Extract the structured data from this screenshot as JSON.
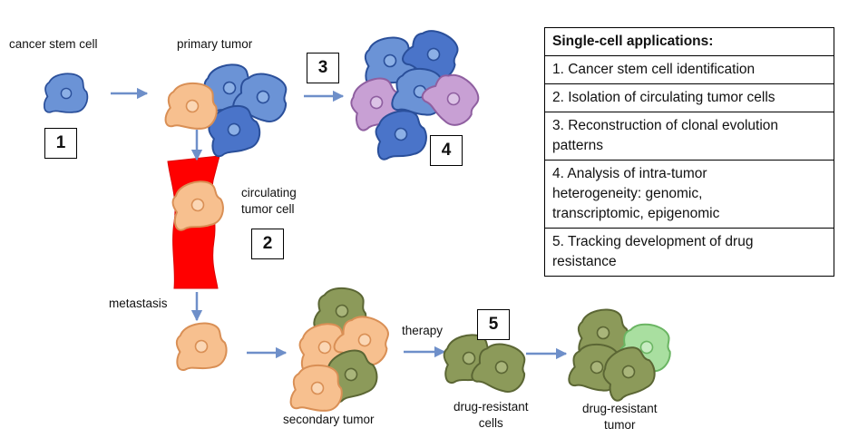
{
  "labels": {
    "cancer_stem_cell": "cancer stem cell",
    "primary_tumor": "primary tumor",
    "circulating_tumor_cell": [
      "circulating",
      "tumor cell"
    ],
    "metastasis": "metastasis",
    "therapy": "therapy",
    "secondary_tumor": "secondary tumor",
    "drug_resistant_cells": [
      "drug-resistant",
      "cells"
    ],
    "drug_resistant_tumor": [
      "drug-resistant",
      "tumor"
    ]
  },
  "steps": [
    "1",
    "2",
    "3",
    "4",
    "5"
  ],
  "applications": {
    "title": "Single-cell applications:",
    "items": [
      [
        "1. Cancer stem cell identification"
      ],
      [
        "2. Isolation of circulating tumor cells"
      ],
      [
        "3. Reconstruction of clonal evolution",
        "patterns"
      ],
      [
        "4. Analysis of intra-tumor",
        "heterogeneity: genomic,",
        "transcriptomic, epigenomic"
      ],
      [
        "5. Tracking development of drug",
        "resistance"
      ]
    ]
  },
  "colors": {
    "blue_fill": "#6b93d6",
    "blue_dark_fill": "#4a74c9",
    "blue_stroke": "#2a4f9a",
    "orange_fill": "#f7c08f",
    "orange_stroke": "#d98f55",
    "purple_fill": "#c8a0d4",
    "purple_stroke": "#8f5fa0",
    "olive_fill": "#8c9a5a",
    "olive_stroke": "#5b6634",
    "lightgreen_fill": "#a9dfa0",
    "lightgreen_stroke": "#6bb563",
    "arrow": "#6e8fc9",
    "vessel": "#ff0000"
  }
}
